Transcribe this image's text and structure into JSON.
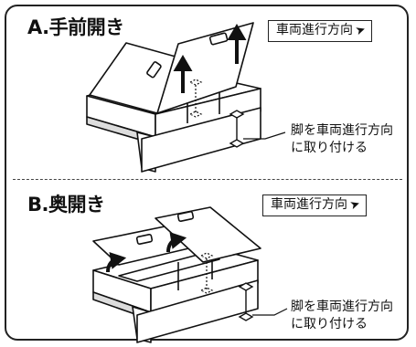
{
  "section_a": {
    "title": "A.手前開き",
    "direction_label": "車両進行方向",
    "arrow_icon": "pointer-arrow-icon",
    "note_line1": "脚を車両進行方向",
    "note_line2": "に取り付ける"
  },
  "section_b": {
    "title": "B.奥開き",
    "direction_label": "車両進行方向",
    "arrow_icon": "pointer-arrow-icon",
    "note_line1": "脚を車両進行方向",
    "note_line2": "に取り付ける"
  }
}
